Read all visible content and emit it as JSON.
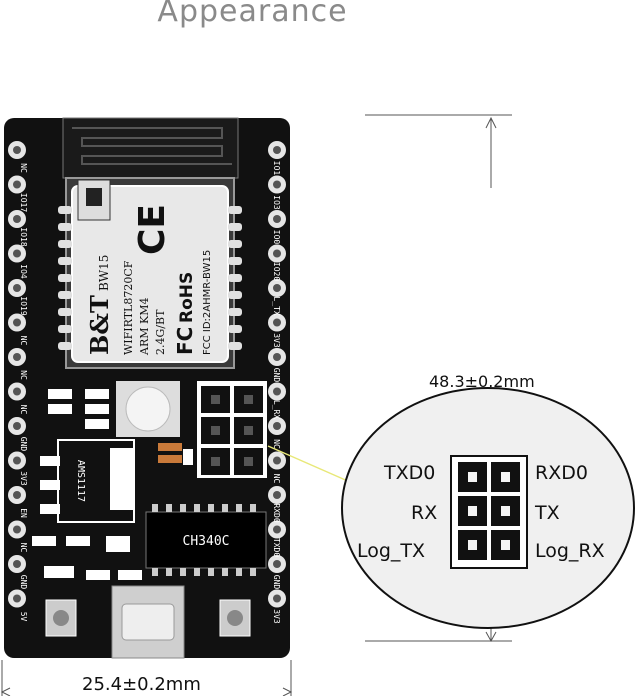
{
  "header": {
    "title": "Appearance"
  },
  "dimensions": {
    "width_label": "25.4±0.2mm",
    "height_label": "48.3±0.2mm"
  },
  "module": {
    "brand": "B&T",
    "model": "BW15",
    "chip": "WIFIRTL8720CF",
    "core": "ARM KM4",
    "radio": "2.4G/BT",
    "fcc": "FCC ID:2AHMR-BW15",
    "rohs": "RoHS",
    "ce": "CE",
    "fc": "FC"
  },
  "chips": {
    "usb_uart": "CH340C",
    "regulator": "AMS1117"
  },
  "pins_left": [
    "NC",
    "IO17",
    "IO18",
    "IO4",
    "IO19",
    "NC",
    "NC",
    "NC",
    "GND",
    "3V3",
    "EN",
    "NC",
    "GND",
    "5V"
  ],
  "pins_right": [
    "IO1",
    "IO3",
    "IO0",
    "IO20",
    "L_TX",
    "3V3",
    "GND",
    "L_RX",
    "NC",
    "NC",
    "RXD0",
    "TXD0",
    "GND",
    "3V3"
  ],
  "connector": {
    "left_labels": [
      "TXD0",
      "RX",
      "Log_TX"
    ],
    "right_labels": [
      "RXD0",
      "TX",
      "Log_RX"
    ]
  },
  "colors": {
    "board": "#111111",
    "silk": "#ffffff",
    "zoom_bg": "#f0f0f0",
    "leader": "#e8e878"
  }
}
